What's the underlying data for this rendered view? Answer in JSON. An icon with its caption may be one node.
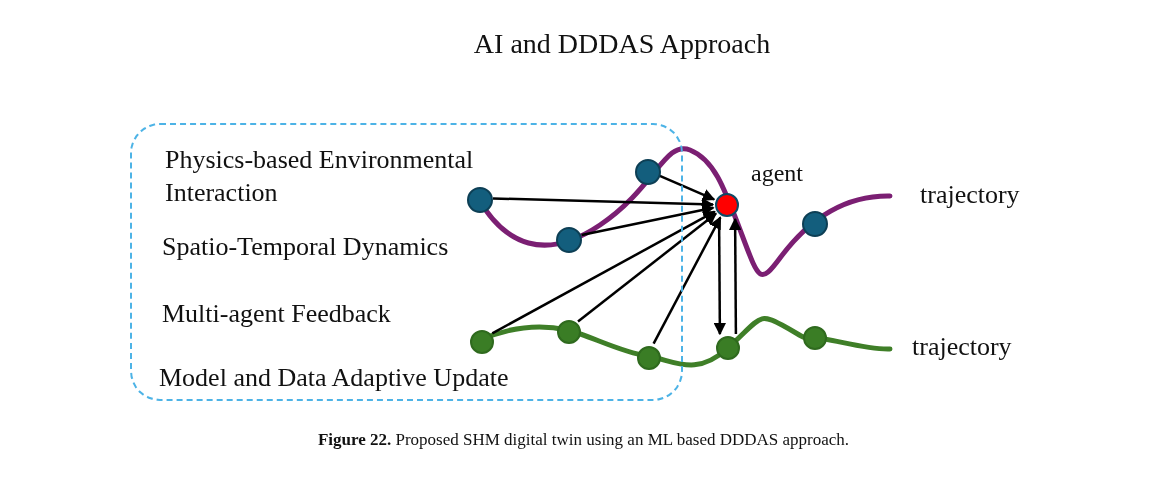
{
  "diagram": {
    "title": "AI and DDDAS Approach",
    "caption": "**Figure 22.** Proposed SHM digital twin using an ML based DDDAS approach.",
    "nodes": [
      {
        "text": [
          "Physics-based Environmental Interaction",
          "Spatio-Temporal Dynamics",
          "Multi-agent Feedback",
          "Model and Data Adaptive Update"
        ]
      },
      {
        "text": [],
        "shape": "circle",
        "in": 0
      },
      {
        "text": [],
        "shape": "circle",
        "in": 0
      },
      {
        "text": [],
        "shape": "circle",
        "in": 0
      },
      {
        "text": [],
        "shape": "circle"
      },
      {
        "text": [],
        "shape": "circle",
        "beside": [
          "agent"
        ]
      },
      {
        "text": [],
        "shape": "circle",
        "in": 0
      },
      {
        "text": [],
        "shape": "circle",
        "in": 0
      },
      {
        "text": [],
        "shape": "circle",
        "in": 0
      },
      {
        "text": [],
        "shape": "circle"
      },
      {
        "text": [],
        "shape": "circle"
      }
    ],
    "edges": [
      {
        "from": 1,
        "to": 5,
        "arrow": "to"
      },
      {
        "from": 3,
        "to": 5,
        "arrow": "to"
      },
      {
        "from": 2,
        "to": 5,
        "arrow": "to"
      },
      {
        "from": 6,
        "to": 5,
        "arrow": "to"
      },
      {
        "from": 7,
        "to": 5,
        "arrow": "to"
      },
      {
        "from": 8,
        "to": 5,
        "arrow": "to"
      },
      {
        "from": 9,
        "to": 5,
        "arrow": "to"
      },
      {
        "from": 5,
        "to": 9,
        "arrow": "to"
      }
    ],
    "labels": [
      "trajectory",
      "trajectory"
    ]
  }
}
